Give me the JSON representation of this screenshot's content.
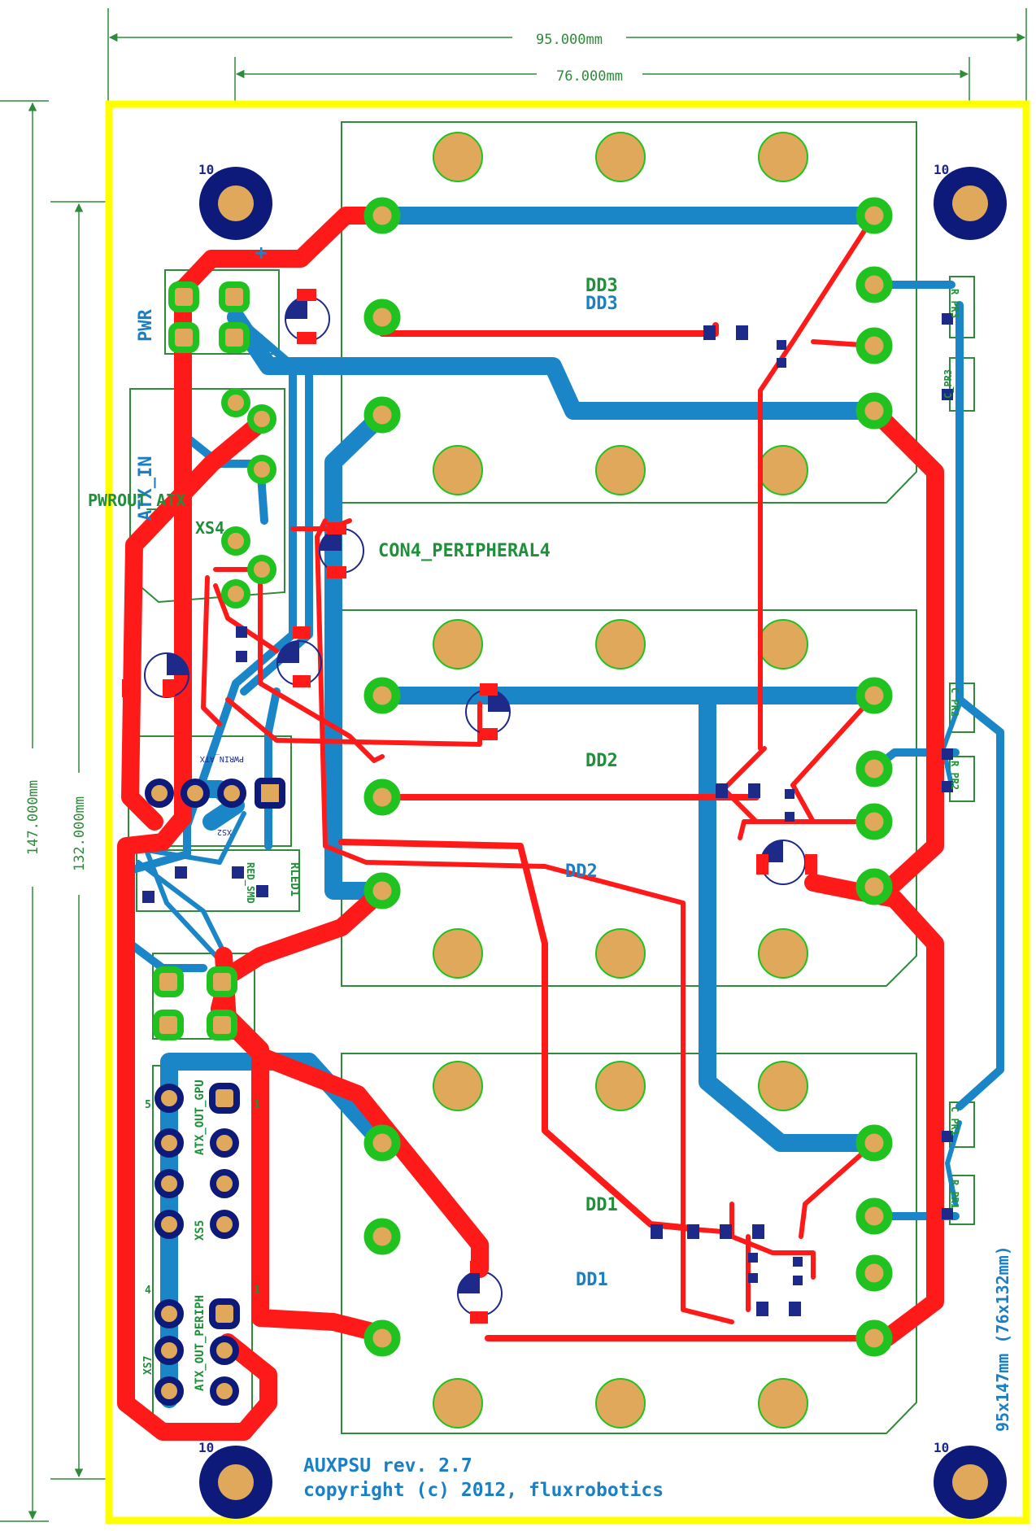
{
  "dimensions": {
    "outer_width": "95.000mm",
    "inner_width": "76.000mm",
    "outer_height": "147.000mm",
    "inner_height": "132.000mm"
  },
  "labels": {
    "pwr": "PWR",
    "atx_in": "ATX_IN",
    "pwrout_atx": "PWROUT_ATX",
    "xs4": "XS4",
    "con4": "CON4_PERIPHERAL4",
    "pwrin_atx": "PWRIN_ATX",
    "xs2": "XS2",
    "rled1": "RLED1",
    "rled1_smd": "RED_SMD",
    "atx_out_gpu": "ATX_OUT_GPU",
    "xs5": "XS5",
    "atx_out_periph": "ATX_OUT_PERIPH",
    "xs7": "XS7",
    "dd3_green": "DD3",
    "dd3_blue": "DD3",
    "dd2_green": "DD2",
    "dd2_blue": "DD2",
    "dd1_green": "DD1",
    "dd1_blue": "DD1",
    "c_pr3": "C_PR3",
    "r_pr3": "R_PR3",
    "c_pr2": "C_PR2",
    "r_pr2": "R_PR2",
    "c_pr1": "C_PR1",
    "r_pr1": "R_PR1",
    "pin5": "5",
    "pin1a": "1",
    "pin4": "4",
    "pin1b": "1",
    "size": "95x147mm (76x132mm)",
    "title": "AUXPSU rev. 2.7",
    "copyright": "copyright (c) 2012, fluxrobotics"
  },
  "colors": {
    "outline": "#ffff00",
    "top_copper": "#ff1a1a",
    "bottom_copper": "#1a86c8",
    "silkscreen": "#2e8b3a",
    "pad_ring": "#1fc21f",
    "pad_fill": "#e0a85a",
    "mount_hole": "#0d1a7a"
  }
}
